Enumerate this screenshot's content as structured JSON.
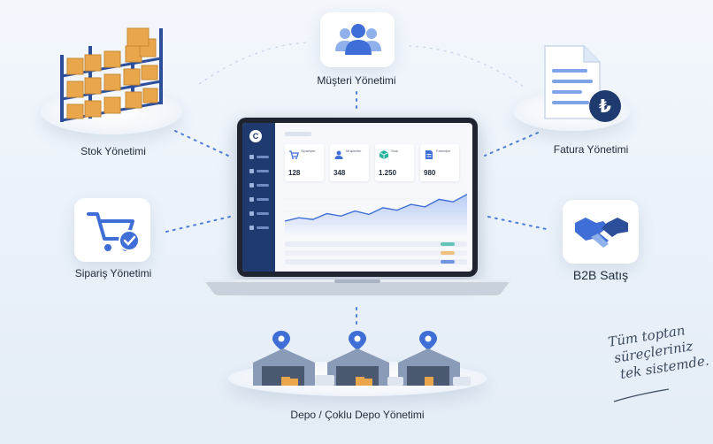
{
  "modules": {
    "customers": "Müşteri Yönetimi",
    "stock": "Stok Yönetimi",
    "invoice": "Fatura Yönetimi",
    "orders": "Sipariş Yönetimi",
    "b2b": "B2B Satış",
    "warehouse": "Depo / Çoklu Depo Yönetimi"
  },
  "tagline": [
    "Tüm toptan",
    "süreçleriniz",
    "tek sistemde."
  ],
  "dashboard": {
    "logo_letter": "C",
    "cards": [
      {
        "label": "Siparişler",
        "value": "128",
        "icon": "cart-icon"
      },
      {
        "label": "Müşteriler",
        "value": "348",
        "icon": "user-icon"
      },
      {
        "label": "Stok",
        "value": "1.250",
        "icon": "box-icon"
      },
      {
        "label": "Faturalar",
        "value": "980",
        "icon": "invoice-icon"
      }
    ],
    "chart_values": [
      18,
      22,
      20,
      27,
      24,
      30,
      26,
      34,
      31,
      38,
      35,
      44,
      41,
      50
    ]
  },
  "invoice_symbol": "₺",
  "colors": {
    "accent": "#3f6fd6",
    "navy": "#1f3a6e",
    "teal": "#2bb39b"
  }
}
